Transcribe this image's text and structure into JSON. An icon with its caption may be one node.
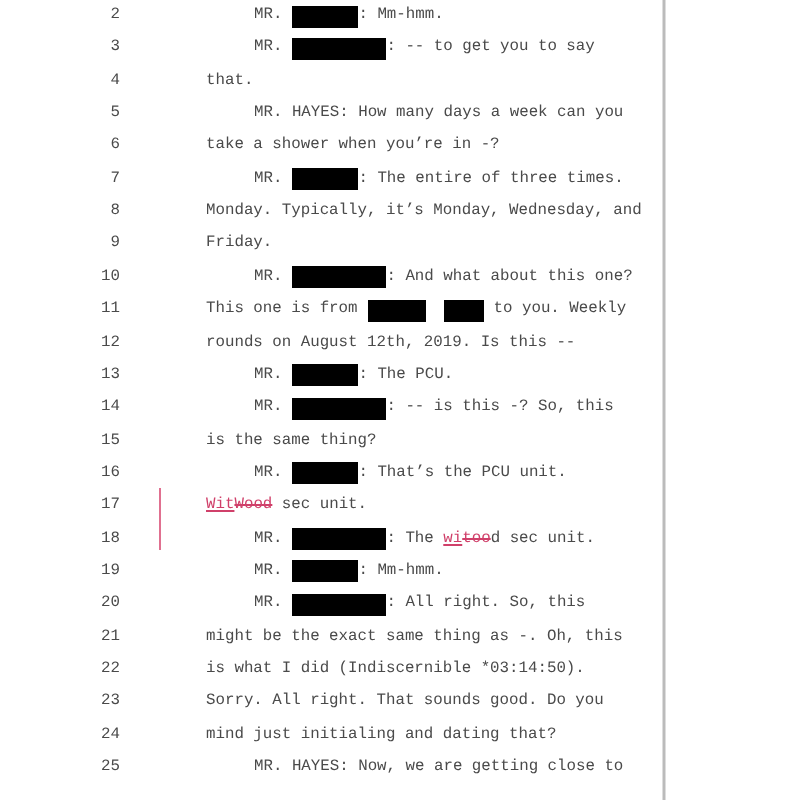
{
  "diagram": {
    "labels": [
      "2",
      "MR.",
      ": Mm-hmm.",
      "3",
      "MR.",
      ": -- to get you to say",
      "4",
      "that.",
      "5",
      "MR. HAYES: How many days a week can you",
      "6",
      "take a shower when you’re in -?",
      "7",
      "MR.",
      ": The entire of three times.",
      "8",
      "Monday. Typically, it’s Monday, Wednesday, and",
      "9",
      "Friday.",
      "10",
      "MR.",
      ": And what about this one?",
      "11",
      "This one is from",
      "to you. Weekly",
      "12",
      "rounds on August 12th, 2019. Is this --",
      "13",
      "MR.",
      ": The PCU.",
      "14",
      "MR.",
      ": -- is this -? So, this",
      "15",
      "is the same thing?",
      "16",
      "MR.",
      ": That’s the PCU unit.",
      "17",
      "WitWood sec unit.",
      "18",
      "MR.",
      ": The witood sec unit.",
      "19",
      "MR.",
      ": Mm-hmm.",
      "20",
      "MR.",
      ": All right. So, this",
      "21",
      "might be the exact same thing as -. Oh, this",
      "22",
      "is what I did (Indiscernible *03:14:50).",
      "23",
      "Sorry. All right. That sounds good. Do you",
      "24",
      "mind just initialing and dating that?",
      "25",
      "MR. HAYES: Now, we are getting close to"
    ]
  }
}
